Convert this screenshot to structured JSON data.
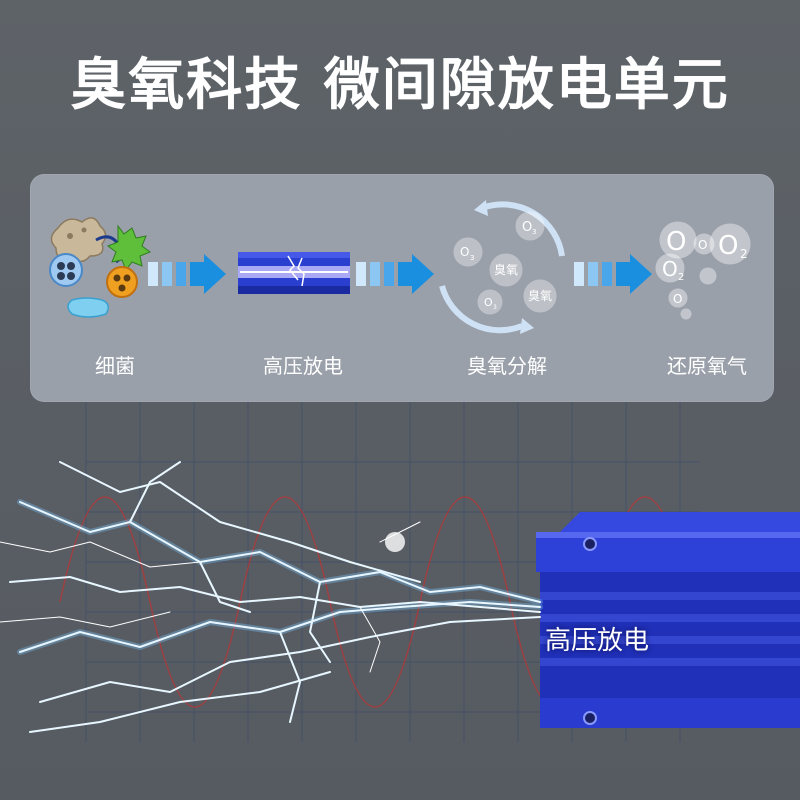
{
  "header": {
    "title": "臭氧科技 微间隙放电单元"
  },
  "process": {
    "steps": [
      {
        "label": "细菌",
        "icon": "bacteria-icon"
      },
      {
        "label": "高压放电",
        "icon": "discharge-module-icon"
      },
      {
        "label": "臭氧分解",
        "icon": "ozone-cycle-icon"
      },
      {
        "label": "还原氧气",
        "icon": "oxygen-bubbles-icon"
      }
    ],
    "arrow_icon": "flow-arrow-icon",
    "colors": {
      "panel": "#9aa0aa",
      "arrow": "#1a8fe0",
      "device": "#2a3fd0"
    }
  },
  "bubbles": {
    "ozone_text": "臭氧",
    "o3": "O",
    "o3_sub": "3",
    "o2": "O",
    "o2_sub": "2"
  },
  "scene": {
    "device_label": "高压放电",
    "icon": "lightning-icon",
    "colors": {
      "grid": "#3e4d6a",
      "wave": "#b03a3a",
      "arc": "#bfe8ff",
      "device": "#2d40d8"
    }
  }
}
